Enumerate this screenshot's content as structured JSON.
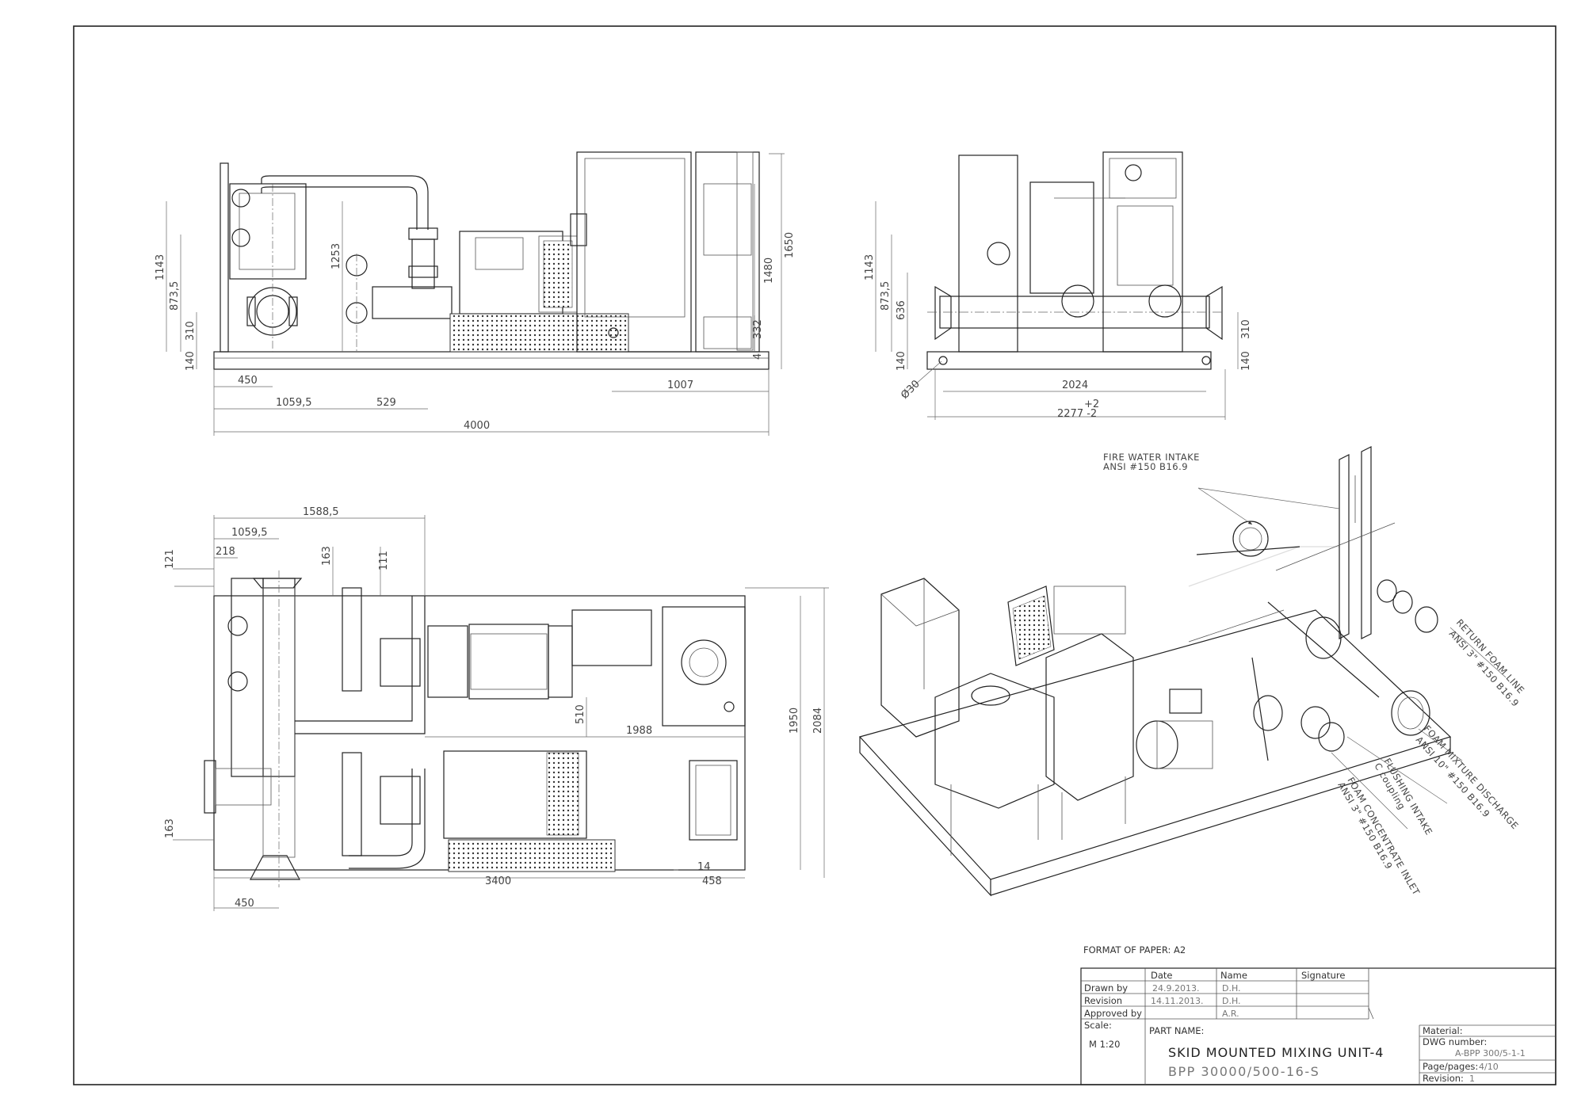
{
  "dimensions": {
    "side": [
      "1143",
      "873,5",
      "310",
      "140",
      "1253",
      "450",
      "1059,5",
      "529",
      "4000",
      "1007",
      "1650",
      "1480",
      "332",
      "4"
    ],
    "end": [
      "1143",
      "873,5",
      "636",
      "140",
      "Ø30",
      "2024",
      "+2",
      "2277 -2",
      "310",
      "140"
    ],
    "plan": [
      "1588,5",
      "1059,5",
      "218",
      "121",
      "163",
      "111",
      "510",
      "1988",
      "1950",
      "2084",
      "163",
      "3400",
      "14",
      "458",
      "450"
    ]
  },
  "labels": {
    "fire_water_1": "FIRE WATER INTAKE",
    "fire_water_2": "ANSI #150 B16.9",
    "return_foam_1": "RETURN FOAM LINE",
    "return_foam_2": "ANSI 3\" #150 B16.9",
    "foam_mixture_1": "FOAM MIXTURE DISCHARGE",
    "foam_mixture_2": "ANSI 10\" #150 B16.9",
    "flushing_1": "FLUSHING INTAKE",
    "flushing_2": "C coupling",
    "concentrate_1": "FOAM CONCENTRATE INLET",
    "concentrate_2": "ANSI 3\" #150 B16.9"
  },
  "format_of_paper": "FORMAT OF PAPER: A2",
  "title_block": {
    "headers": {
      "date": "Date",
      "name": "Name",
      "signature": "Signature"
    },
    "rows": [
      {
        "label": "Drawn by",
        "date": "24.9.2013.",
        "name": "D.H."
      },
      {
        "label": "Revision",
        "date": "14.11.2013.",
        "name": "D.H."
      },
      {
        "label": "Approved by",
        "date": "",
        "name": "A.R."
      }
    ],
    "scale_label": "Scale:",
    "scale_value": "M 1:20",
    "part_name_label": "PART NAME:",
    "part_name": "SKID MOUNTED MIXING UNIT-4",
    "part_code": "BPP 30000/500-16-S",
    "material_label": "Material:",
    "dwg_label": "DWG number:",
    "dwg_value": "A-BPP 300/5-1-1",
    "pages_label": "Page/pages:",
    "pages_value": "4/10",
    "revision_label": "Revision:",
    "revision_value": "1"
  }
}
